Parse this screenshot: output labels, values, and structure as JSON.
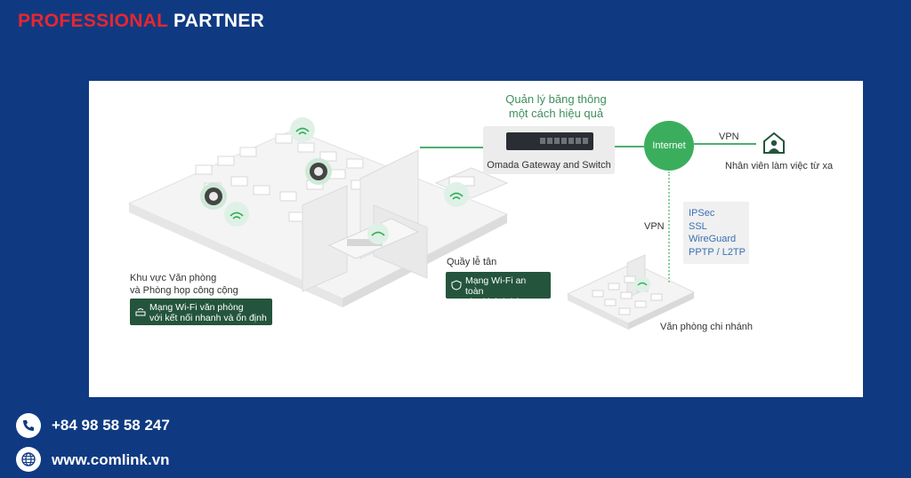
{
  "brand": {
    "part1": "PROFESSIONAL",
    "part2": "PARTNER"
  },
  "diagram": {
    "mgmt_title": "Quản lý băng thông một cách hiệu quả",
    "gateway_label": "Omada Gateway and Switch",
    "internet_label": "Internet",
    "vpn_remote": "VPN",
    "vpn_branch": "VPN",
    "remote_label": "Nhân viên làm việc từ xa",
    "protocols": [
      "IPSec",
      "SSL",
      "WireGuard",
      "PPTP / L2TP"
    ],
    "branch_label": "Văn phòng chi nhánh",
    "office_area_line1": "Khu vực Văn phòng",
    "office_area_line2": "và Phòng họp công cộng",
    "office_badge_line1": "Mạng Wi-Fi văn phòng",
    "office_badge_line2": "với kết nối nhanh và ổn định",
    "reception_label": "Quầy lễ tân",
    "reception_badge_line1": "Mạng Wi-Fi an toàn",
    "reception_badge_line2": "cho khách hàng"
  },
  "colors": {
    "background": "#0f3a82",
    "brand_red": "#e8262f",
    "green": "#3bae5d",
    "badge_green": "#24553c"
  },
  "footer": {
    "phone": "+84 98 58 58 247",
    "website": "www.comlink.vn"
  }
}
